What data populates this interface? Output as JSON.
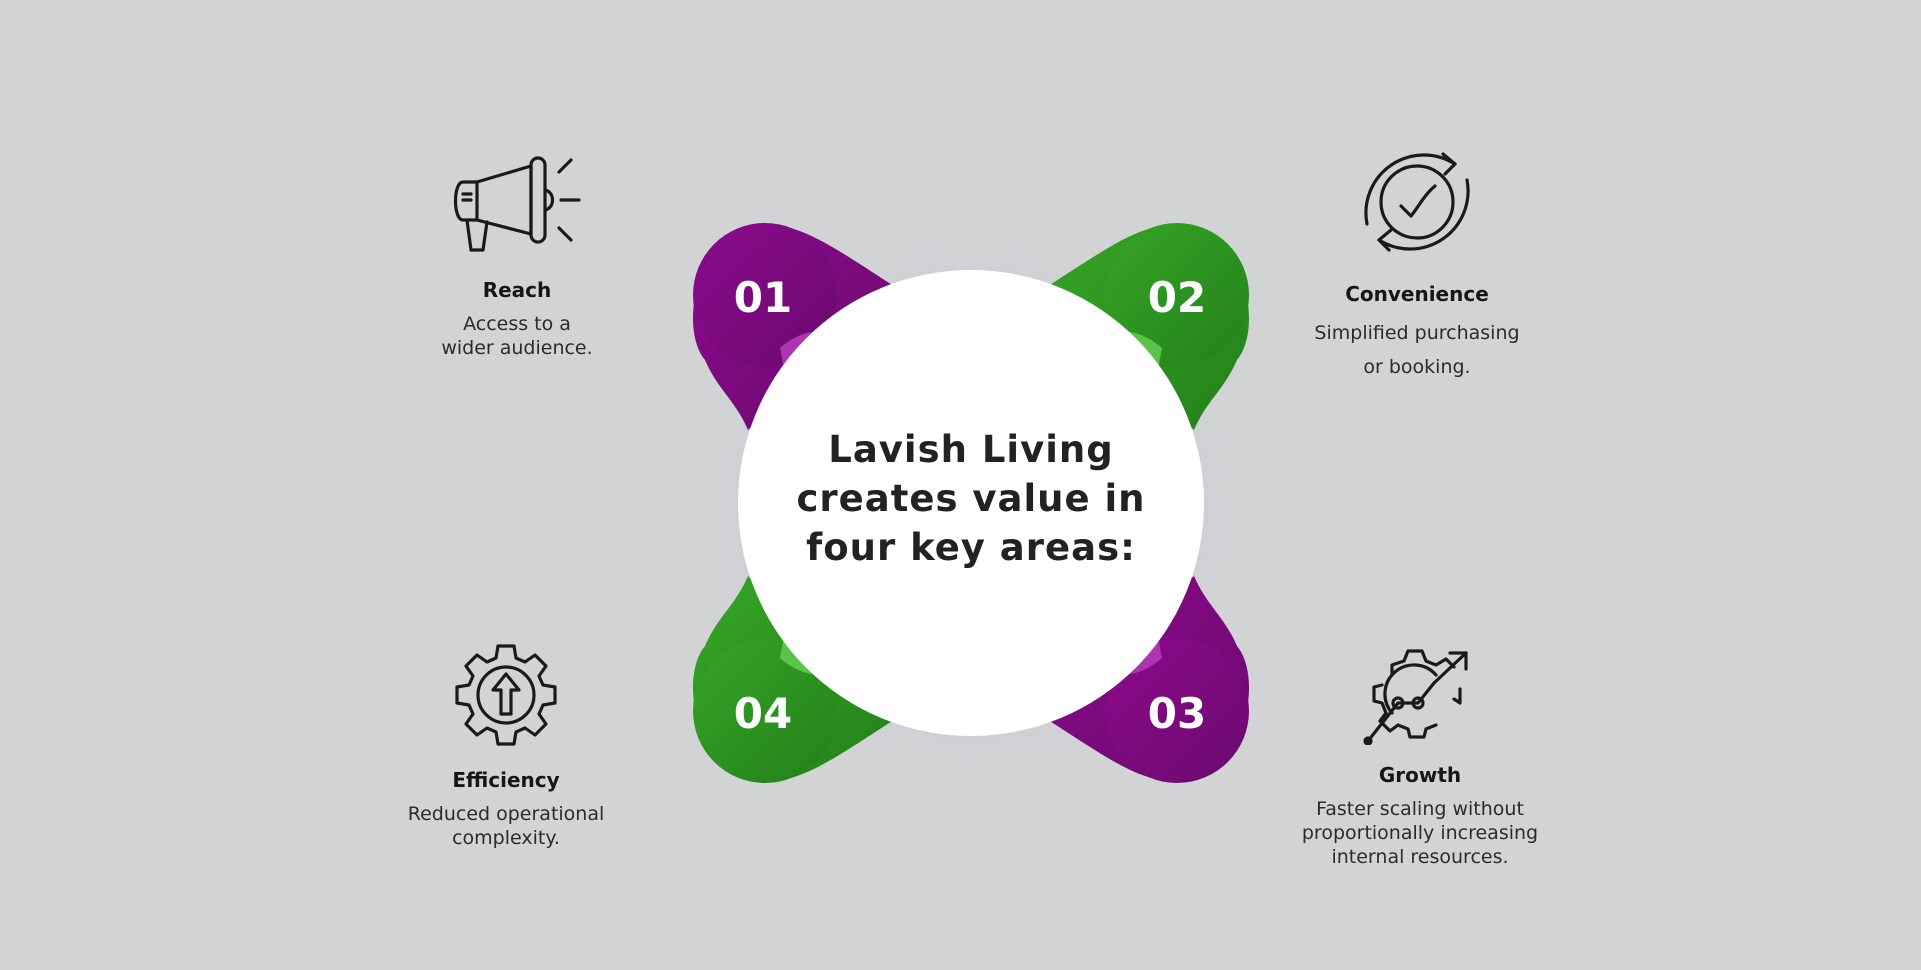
{
  "center": {
    "lines": [
      "Lavish Living",
      "creates value in",
      "four key areas:"
    ]
  },
  "petals": [
    {
      "number": "01",
      "color": "#830683"
    },
    {
      "number": "02",
      "color": "#2e9a1f"
    },
    {
      "number": "03",
      "color": "#830683"
    },
    {
      "number": "04",
      "color": "#2e9a1f"
    }
  ],
  "colors": {
    "background": "#d2d3d5",
    "purple": "#830683",
    "green": "#2e9a1f",
    "purple_light": "#ad35ad",
    "green_light": "#5cc24a"
  },
  "items": [
    {
      "icon": "megaphone-icon",
      "title": "Reach",
      "description": [
        "Access to a",
        "wider audience."
      ]
    },
    {
      "icon": "refresh-check-icon",
      "title": "Convenience",
      "description": [
        "Simplified purchasing",
        "or booking."
      ]
    },
    {
      "icon": "gear-arrow-up-icon",
      "title": "Efficiency",
      "description": [
        "Reduced operational",
        "complexity."
      ]
    },
    {
      "icon": "gear-growth-chart-icon",
      "title": "Growth",
      "description": [
        "Faster scaling without",
        "proportionally increasing",
        "internal resources."
      ]
    }
  ]
}
